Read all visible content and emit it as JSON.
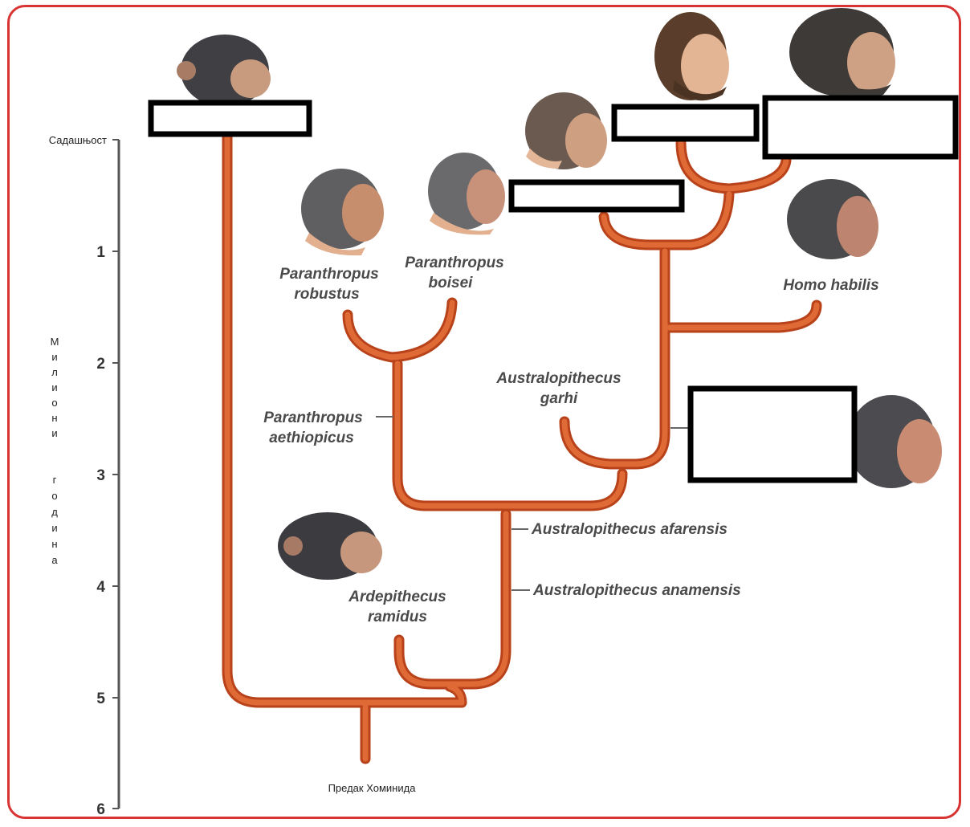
{
  "axis": {
    "top_label": "Садашњост",
    "ticks": [
      "1",
      "2",
      "3",
      "4",
      "5",
      "6"
    ],
    "vertical_label_word1": [
      "М",
      "и",
      "л",
      "и",
      "о",
      "н",
      "и"
    ],
    "vertical_label_word2": [
      "г",
      "о",
      "д",
      "и",
      "н",
      "а"
    ]
  },
  "ancestor_label": "Предак Хоминида",
  "species": {
    "paranthropus_robustus": [
      "Paranthropus",
      "robustus"
    ],
    "paranthropus_boisei": [
      "Paranthropus",
      "boisei"
    ],
    "homo_habilis": "Homo habilis",
    "australopithecus_garhi": [
      "Australopithecus",
      "garhi"
    ],
    "paranthropus_aethiopicus": [
      "Paranthropus",
      "aethiopicus"
    ],
    "australopithecus_afarensis": "Australopithecus afarensis",
    "australopithecus_anamensis": "Australopithecus anamensis",
    "ardipithecus_ramidus": [
      "Ardepithecus",
      "ramidus"
    ]
  },
  "colors": {
    "branch": "#e06a36",
    "branch_outline": "#b8421a",
    "frame": "#d83434",
    "label_box_border": "#000000"
  },
  "icons": {
    "heads": [
      "chimpanzee-head-icon",
      "paranthropus-robustus-head-icon",
      "paranthropus-boisei-head-icon",
      "homo-erectus-head-icon",
      "homo-sapiens-head-icon",
      "neanderthal-head-icon",
      "homo-habilis-head-icon",
      "australopithecus-africanus-head-icon",
      "ardipithecus-head-icon"
    ]
  }
}
